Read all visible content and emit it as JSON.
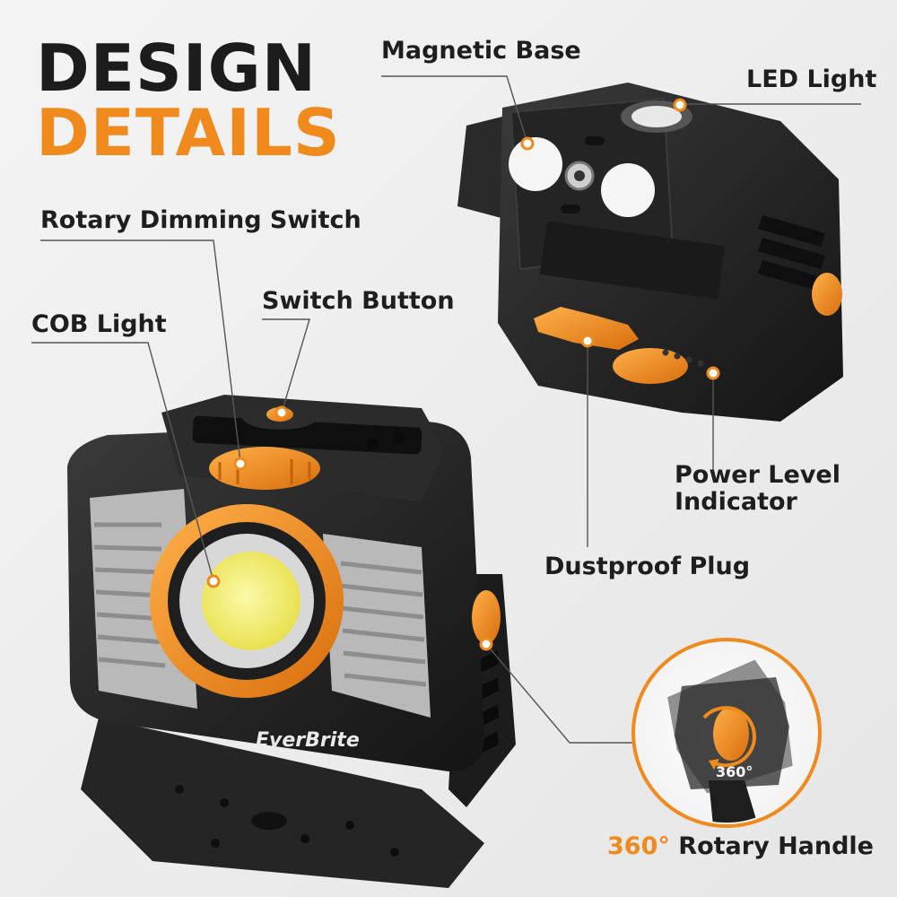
{
  "heading": {
    "line1": "DESIGN",
    "line2": "DETAILS"
  },
  "callouts": {
    "magnetic_base": "Magnetic Base",
    "led_light": "LED Light",
    "rotary_dimming_switch": "Rotary Dimming Switch",
    "switch_button": "Switch Button",
    "cob_light": "COB Light",
    "power_level_indicator": "Power Level Indicator",
    "dustproof_plug": "Dustproof Plug",
    "rotary_handle_angle": "360°",
    "rotary_handle_label": "Rotary Handle"
  },
  "product": {
    "brand_logo": "EverBrite",
    "inset_angle_label": "360°"
  },
  "colors": {
    "accent_orange": "#f08a1c",
    "body_black": "#1d1d1d",
    "heatsink_gray": "#b9b9b9",
    "cob_yellow": "#f4f07a"
  }
}
